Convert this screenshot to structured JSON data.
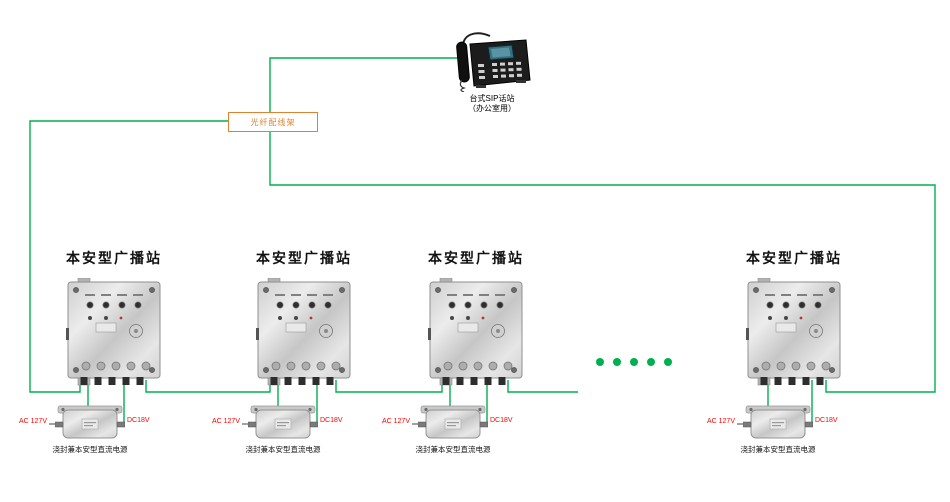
{
  "colors": {
    "line_green": "#00b050",
    "accent_red": "#ff0000",
    "panel_orange": "#e0812f"
  },
  "phone": {
    "label_line1": "台式SIP话站",
    "label_line2": "（办公室用）"
  },
  "patch_panel": {
    "label": "光纤配线架"
  },
  "stations": [
    {
      "label": "本安型广播站"
    },
    {
      "label": "本安型广播站"
    },
    {
      "label": "本安型广播站"
    },
    {
      "label": "本安型广播站"
    }
  ],
  "psus": [
    {
      "label": "浇封兼本安型直流电源",
      "ac_label": "AC 127V",
      "dc_label": "DC18V"
    },
    {
      "label": "浇封兼本安型直流电源",
      "ac_label": "AC 127V",
      "dc_label": "DC18V"
    },
    {
      "label": "浇封兼本安型直流电源",
      "ac_label": "AC 127V",
      "dc_label": "DC18V"
    },
    {
      "label": "浇封兼本安型直流电源",
      "ac_label": "AC 127V",
      "dc_label": "DC18V"
    }
  ],
  "ellipsis": {
    "dot_count": 5
  }
}
